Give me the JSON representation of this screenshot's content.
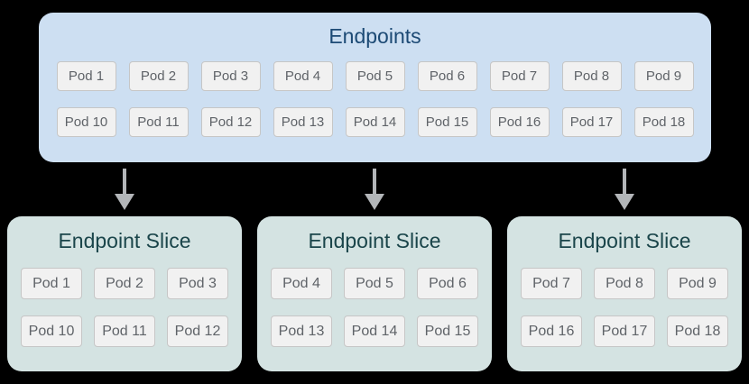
{
  "colors": {
    "bg": "#000000",
    "blue": "#cddff2",
    "teal": "#d4e3e2",
    "navy": "#1c4a75",
    "darkteal": "#1a454a",
    "podBg": "#f1f1f1",
    "podBorder": "#c6c6c6",
    "podText": "#5f6368",
    "arrow": "#b3b6b9"
  },
  "icons": {
    "arrow": "down-arrow-icon"
  },
  "endpoints": {
    "title": "Endpoints",
    "rows": [
      [
        "Pod 1",
        "Pod 2",
        "Pod 3",
        "Pod 4",
        "Pod 5",
        "Pod 6",
        "Pod 7",
        "Pod 8",
        "Pod 9"
      ],
      [
        "Pod 10",
        "Pod 11",
        "Pod 12",
        "Pod 13",
        "Pod 14",
        "Pod 15",
        "Pod 16",
        "Pod 17",
        "Pod 18"
      ]
    ]
  },
  "slices": [
    {
      "title": "Endpoint Slice",
      "rows": [
        [
          "Pod 1",
          "Pod 2",
          "Pod 3"
        ],
        [
          "Pod 10",
          "Pod 11",
          "Pod 12"
        ]
      ]
    },
    {
      "title": "Endpoint Slice",
      "rows": [
        [
          "Pod 4",
          "Pod 5",
          "Pod 6"
        ],
        [
          "Pod 13",
          "Pod 14",
          "Pod 15"
        ]
      ]
    },
    {
      "title": "Endpoint Slice",
      "rows": [
        [
          "Pod 7",
          "Pod 8",
          "Pod 9"
        ],
        [
          "Pod 16",
          "Pod 17",
          "Pod 18"
        ]
      ]
    }
  ]
}
